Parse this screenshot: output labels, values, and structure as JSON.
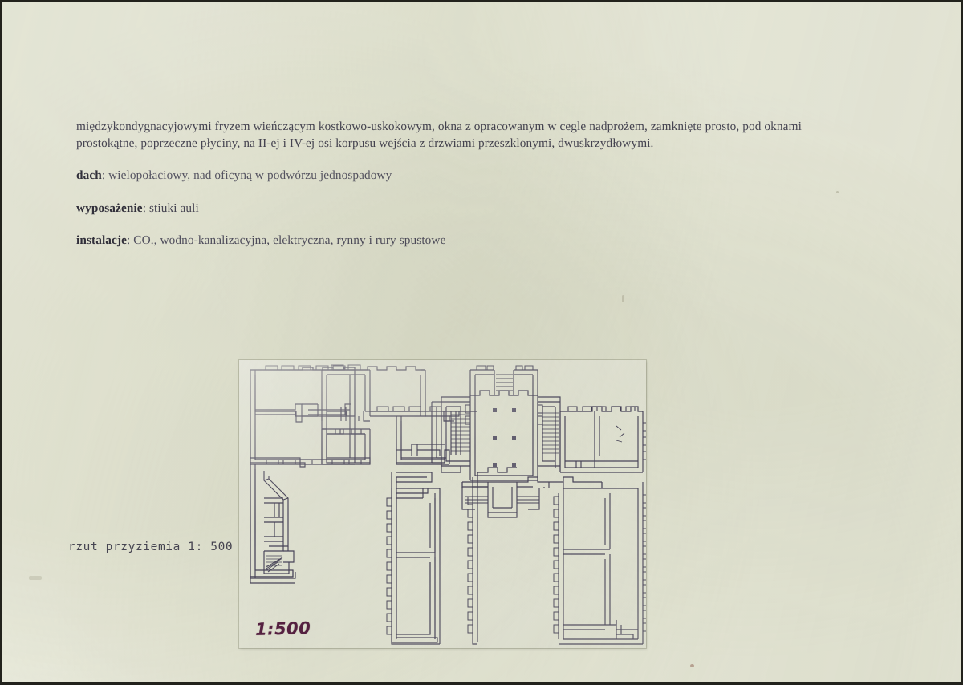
{
  "document": {
    "kind": "archival-record-card",
    "paper_color": "#eff0e3",
    "ink_color": "#4a4858",
    "handwriting_color": "#5c2348"
  },
  "description": {
    "paragraphs": [
      {
        "lead": "",
        "line1": "międzykondygnacyjowymi fryzem wieńczącym  kostkowo-uskokowym, okna z  opracowanym w cegle nadprożem, zamknięte prosto, pod oknami",
        "line2": "prostokątne, poprzeczne płyciny, na II-ej i IV-ej osi korpusu wejścia z drzwiami przeszklonymi, dwuskrzydłowymi."
      },
      {
        "lead": "dach",
        "line1": ": wielopołaciowy, nad oficyną w podwórzu jednospadowy",
        "line2": ""
      },
      {
        "lead": "wyposażenie",
        "line1": ": stiuki auli",
        "line2": ""
      },
      {
        "lead": "instalacje",
        "line1": ": CO., wodno-kanalizacyjna, elektryczna, rynny i rury spustowe",
        "line2": ""
      }
    ]
  },
  "figure": {
    "caption": "rzut przyziemia 1: 500",
    "handwritten_scale": "1:500",
    "drawing": {
      "type": "architectural-floor-plan",
      "title": "rzut przyziemia",
      "scale": "1:500",
      "line_color": "#4a4560",
      "fill_color": "#f4f5ec",
      "elements": {
        "columns_count": 6,
        "staircases": 3,
        "wings": [
          "left detached wing",
          "main corps (north range)",
          "west courtyard wing",
          "east courtyard wing"
        ]
      }
    }
  }
}
